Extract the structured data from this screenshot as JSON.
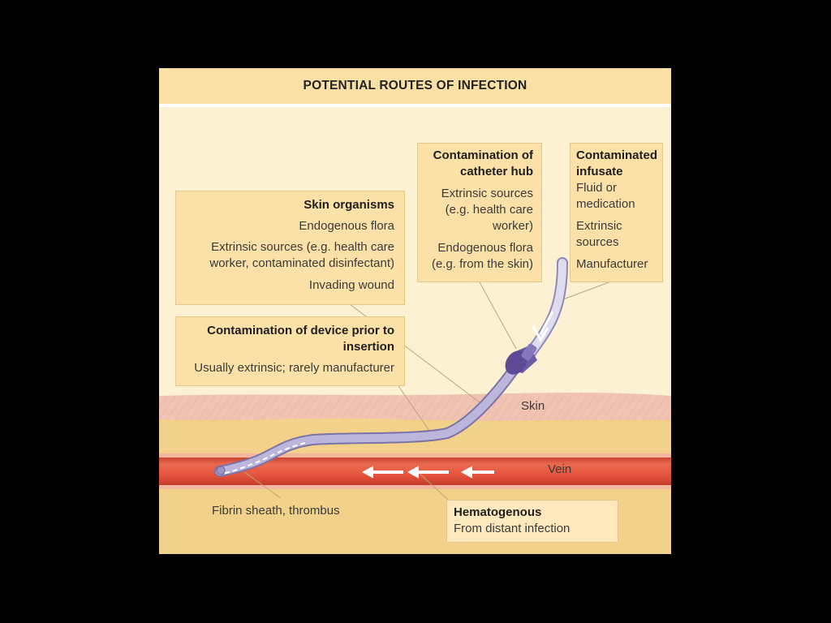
{
  "title": "POTENTIAL ROUTES OF INFECTION",
  "skin_box": {
    "heading": "Skin organisms",
    "line1": "Endogenous flora",
    "line2": "Extrinsic sources (e.g. health care",
    "line3": "worker, contaminated disinfectant)",
    "line4": "Invading wound"
  },
  "hub_box": {
    "heading1": "Contamination of",
    "heading2": "catheter hub",
    "line1": "Extrinsic sources",
    "line2": "(e.g. health care",
    "line3": "worker)",
    "line4": "Endogenous flora",
    "line5": "(e.g. from the skin)"
  },
  "infusate_box": {
    "heading1": "Contaminated",
    "heading2": "infusate",
    "line1": "Fluid or",
    "line2": "medication",
    "line3": "Extrinsic",
    "line4": "sources",
    "line5": "Manufacturer"
  },
  "device_box": {
    "heading1": "Contamination of device prior to",
    "heading2": "insertion",
    "line1": "Usually extrinsic; rarely manufacturer"
  },
  "hematogenous_box": {
    "heading": "Hematogenous",
    "line1": "From distant infection"
  },
  "labels": {
    "skin": "Skin",
    "vein": "Vein",
    "fibrin": "Fibrin sheath, thrombus"
  },
  "colors": {
    "background": "#fdf1d4",
    "box": "#fbe1a8",
    "skin_layer": "#f0c0b0",
    "fat_layer": "#f2d28a",
    "vein": "#e2553f",
    "catheter": "#b8b2d8",
    "hub": "#6e5ba8"
  }
}
